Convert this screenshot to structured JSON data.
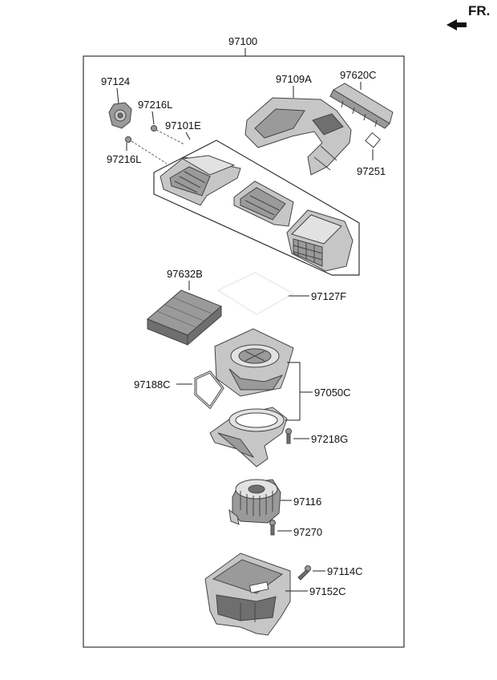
{
  "orientation": {
    "label": "FR.",
    "icon": "front-direction-arrow-icon"
  },
  "assembly": {
    "part_number": "97100"
  },
  "parts": {
    "p97124": "97124",
    "p97216L_top": "97216L",
    "p97216L_bottom": "97216L",
    "p97101E": "97101E",
    "p97109A": "97109A",
    "p97620C": "97620C",
    "p97251": "97251",
    "p97632B": "97632B",
    "p97127F": "97127F",
    "p97188C": "97188C",
    "p97050C": "97050C",
    "p97218G": "97218G",
    "p97116": "97116",
    "p97270": "97270",
    "p97114C": "97114C",
    "p97152C": "97152C"
  }
}
